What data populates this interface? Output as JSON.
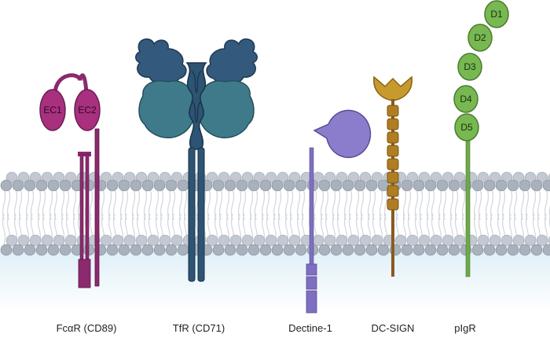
{
  "receptors": [
    {
      "id": "fcar",
      "label": "FcαR (CD89)",
      "domains": [
        "EC1",
        "EC2"
      ],
      "color": "#8b2a6e"
    },
    {
      "id": "tfr",
      "label": "TfR (CD71)",
      "domains": [],
      "color": "#2e5473"
    },
    {
      "id": "dectin",
      "label": "Dectine-1",
      "domains": [],
      "color": "#7e6fc0"
    },
    {
      "id": "dcsign",
      "label": "DC-SIGN",
      "domains": [],
      "color": "#c79a2e"
    },
    {
      "id": "pigr",
      "label": "pIgR",
      "domains": [
        "D1",
        "D2",
        "D3",
        "D4",
        "D5"
      ],
      "color": "#6ea84a"
    }
  ],
  "membrane": {
    "head_color": "#a9b1bd",
    "tail_color": "#d4d8de",
    "cytoplasm_color": "#e6f3fa"
  }
}
